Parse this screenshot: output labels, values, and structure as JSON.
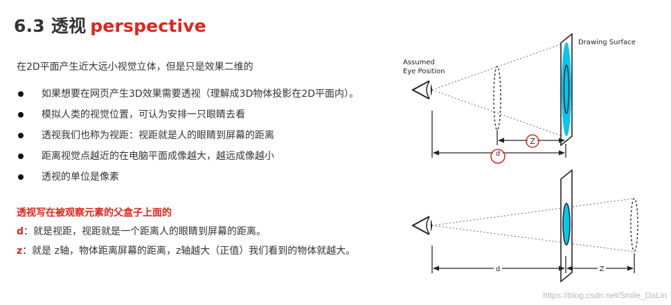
{
  "heading": {
    "number_cn": "6.3 透视",
    "english": "perspective"
  },
  "intro": "在2D平面产生近大远小视觉立体，但是只是效果二维的",
  "bullets": [
    "如果想要在网页产生3D效果需要透视（理解成3D物体投影在2D平面内）。",
    "模拟人类的视觉位置，可认为安排一只眼睛去看",
    "透视我们也称为视距：视距就是人的眼睛到屏幕的距离",
    "距离视觉点越近的在电脑平面成像越大，越远成像越小",
    "透视的单位是像素"
  ],
  "notes": {
    "heading": "透视写在被观察元素的父盒子上面的",
    "d_key": "d",
    "d_text": "：就是视距，视距就是一个距离人的眼睛到屏幕的距离。",
    "z_key": "z",
    "z_text": "：就是 z轴，物体距离屏幕的距离，z轴越大（正值）我们看到的物体就越大。"
  },
  "diagram": {
    "eye_label_line1": "Assumed",
    "eye_label_line2": "Eye Position",
    "surface_label": "Drawing Surface",
    "top_d": "d",
    "top_z": "Z",
    "bottom_d": "d",
    "bottom_z": "Z",
    "colors": {
      "highlight": "#00c8f0",
      "annotation": "#e2231a",
      "line": "#222222"
    }
  },
  "watermark": "https://blog.csdn.net/Smile_DaLin"
}
